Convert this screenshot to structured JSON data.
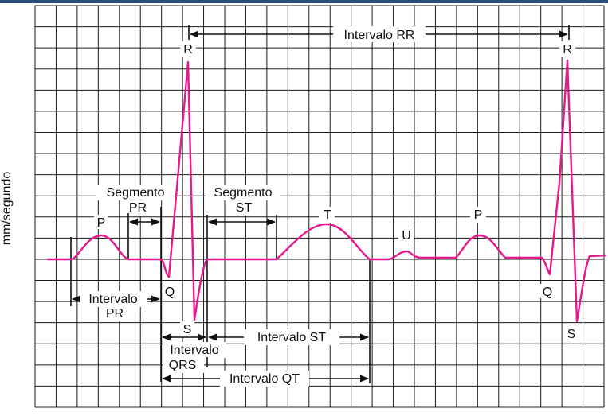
{
  "colors": {
    "grid": "#1a1a1a",
    "wave": "#e6198c",
    "topbar": "#2a4d7a",
    "text": "#111111"
  },
  "axis": {
    "ylabel": "mm/segundo"
  },
  "waves": {
    "P1": "P",
    "Q1": "Q",
    "R1": "R",
    "S1": "S",
    "T": "T",
    "U": "U",
    "P2": "P",
    "Q2": "Q",
    "R2": "R",
    "S2": "S"
  },
  "intervals": {
    "rr": "Intervalo RR",
    "pr_segment_1": "Segmento",
    "pr_segment_2": "PR",
    "st_segment_1": "Segmento",
    "st_segment_2": "ST",
    "pr_interval_1": "Intervalo",
    "pr_interval_2": "PR",
    "qrs_interval_1": "Intervalo",
    "qrs_interval_2": "QRS",
    "st_interval": "Intervalo ST",
    "qt_interval": "Intervalo QT"
  }
}
